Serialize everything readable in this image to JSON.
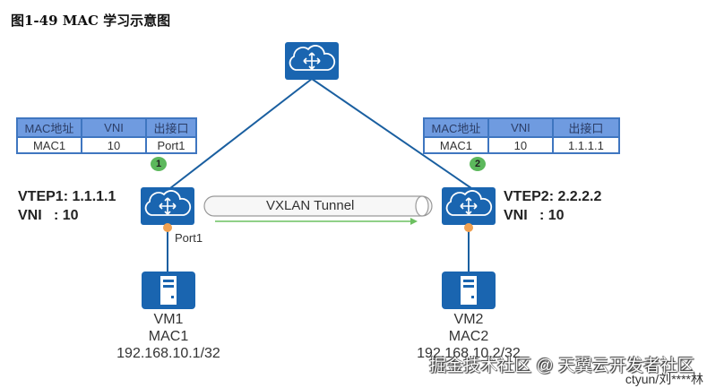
{
  "title": "图1-49  MAC 学习示意图",
  "table_headers": [
    "MAC地址",
    "VNI",
    "出接口"
  ],
  "vtep1": {
    "label": "VTEP1: 1.1.1.1",
    "vni": "VNI   : 10",
    "port": "Port1",
    "step": "1",
    "table_row": [
      "MAC1",
      "10",
      "Port1"
    ]
  },
  "vtep2": {
    "label": "VTEP2: 2.2.2.2",
    "vni": "VNI   : 10",
    "step": "2",
    "table_row": [
      "MAC1",
      "10",
      "1.1.1.1"
    ]
  },
  "tunnel": {
    "label": "VXLAN Tunnel"
  },
  "vm1": {
    "name": "VM1",
    "mac": "MAC1",
    "ip": "192.168.10.1/32"
  },
  "vm2": {
    "name": "VM2",
    "mac": "MAC2",
    "ip": "192.168.10.2/32"
  },
  "watermark": {
    "line1": "掘金技术社区 @ 天翼云开发者社区",
    "line2": "ctyun/刘****林"
  },
  "colors": {
    "device": "#1a65b0",
    "link": "#1a5fa0",
    "port": "#f0a050",
    "badge": "#5cb85c",
    "arrow": "#6cc060",
    "table_header": "#6f9be0"
  }
}
